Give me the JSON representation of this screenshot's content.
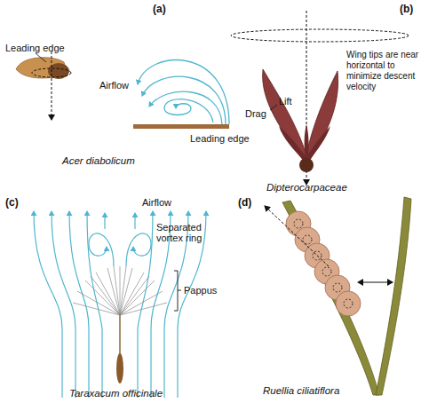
{
  "diagram": {
    "labels": [
      "(a)",
      "Leading edge",
      "Airflow",
      "Leading edge",
      "Acer diabolicum",
      "(b)",
      "Wing tips are near horizontal to minimize descent velocity",
      "Lift",
      "Drag",
      "Dipterocarpaceae",
      "(c)",
      "Separated vortex ring",
      "Airflow",
      "Pappus",
      "Taraxacum officinale",
      "(d)",
      "Ruellia ciliatiflora"
    ]
  }
}
